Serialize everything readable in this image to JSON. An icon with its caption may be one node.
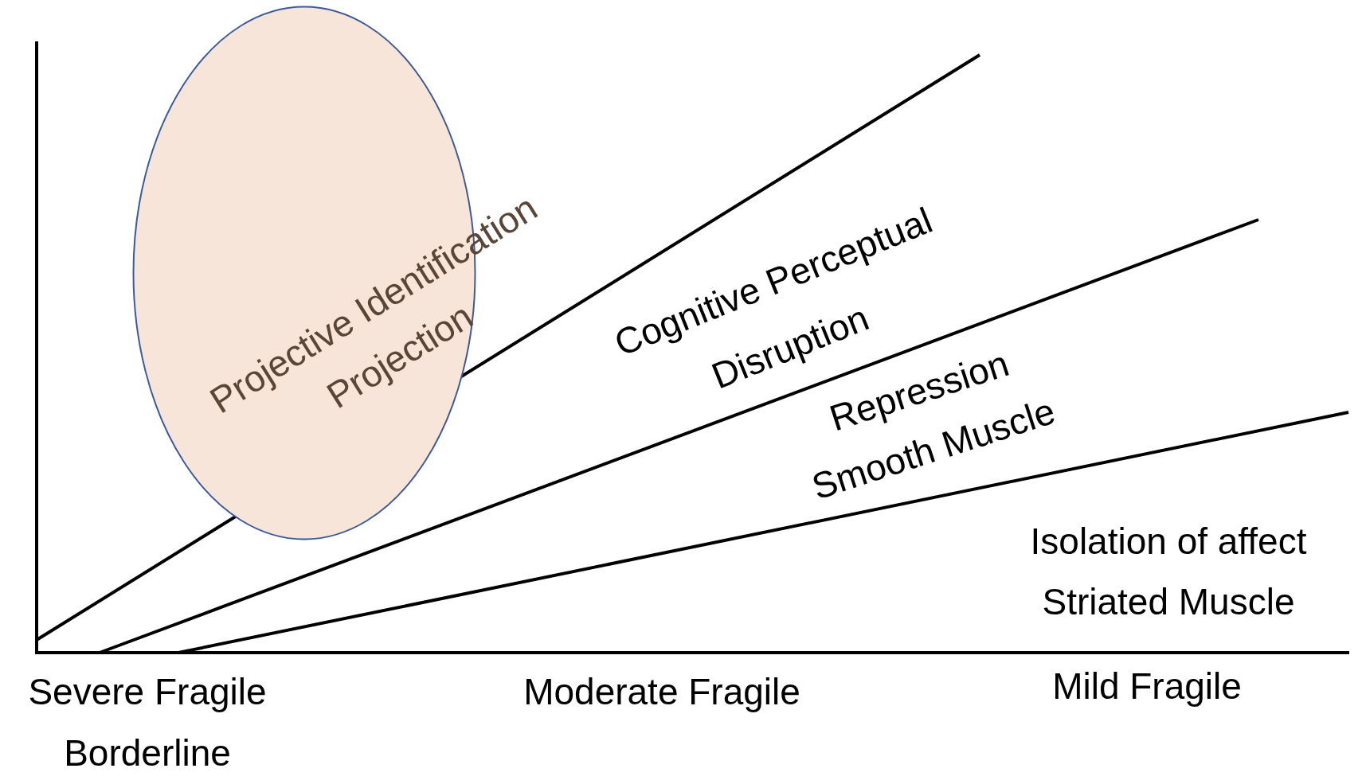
{
  "diagram": {
    "nodes": [
      {
        "text": [
          "Projective Identification",
          "Projection"
        ]
      }
    ],
    "labels": [
      "Cognitive Perceptual",
      "Disruption",
      "Repression",
      "Smooth Muscle",
      "Isolation of affect",
      "Striated Muscle",
      "Severe Fragile",
      "Borderline",
      "Moderate Fragile",
      "Mild Fragile"
    ]
  }
}
